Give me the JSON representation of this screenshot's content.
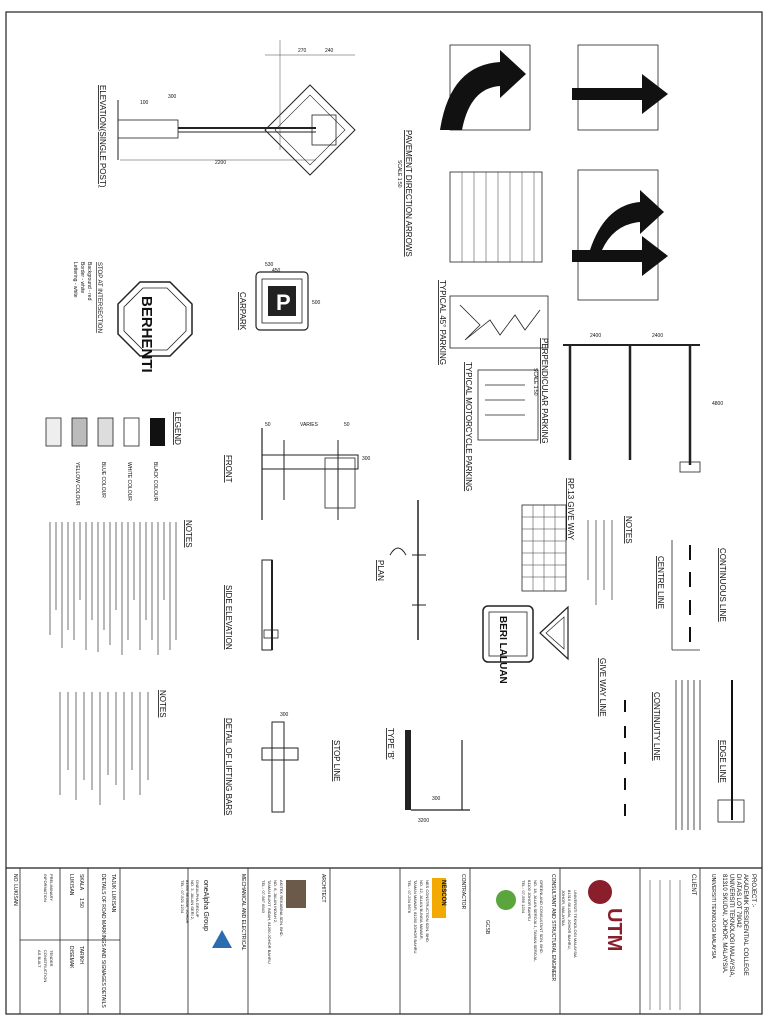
{
  "sheet": {
    "left_details": {
      "elevation_title": "ELEVATION(SINGLE POST)",
      "dim_2200": "2200",
      "dim_100": "100",
      "dim_300": "300",
      "dim_270": "270",
      "dim_240": "240",
      "carpark_title": "CARPARK",
      "carpark_letter": "P",
      "carpark_dims": [
        "530",
        "450",
        "500"
      ],
      "stop_title": "STOP AT INTERSECTION",
      "stop_word": "BERHENTI",
      "stop_colours": [
        "Background - red",
        "Border - white",
        "Lettering - white"
      ],
      "legend_title": "LEGEND",
      "legend_items": [
        "BLACK COLOUR",
        "WHITE COLOUR",
        "BLUE COLOUR",
        "YELLOW COLOUR"
      ],
      "notes_title": "NOTES",
      "front_title": "FRONT",
      "front_dims": [
        "50",
        "VARIES",
        "50",
        "300"
      ],
      "plan_title": "PLAN",
      "side_title": "SIDE ELEVATION",
      "lifting_title": "DETAIL OF LIFTING BARS",
      "lifting_dim": "300",
      "notes2_title": "NOTES",
      "stopline_title": "STOP LINE",
      "type_title": "TYPE 'B'",
      "stopline_dims": [
        "3200",
        "300"
      ]
    },
    "right_details": {
      "pavement_title": "PAVEMENT DIRECTION ARROWS",
      "pavement_scale": "SCALE 1:50",
      "parking45_title": "TYPICAL 45° PARKING",
      "motorcycle_title": "TYPICAL MOTORCYCLE PARKING",
      "perp_title": "PERPENDICULAR PARKING",
      "perp_scale": "SCALE 1:50",
      "perp_dims": [
        "2400",
        "2400",
        "4800"
      ],
      "giveway_sign_title": "RP.13 GIVE WAY",
      "giveway_sign_word": "BERI LALUAN",
      "notes_title": "NOTES",
      "continuous_title": "CONTINUOUS LINE",
      "centre_title": "CENTRE LINE",
      "continuity_title": "CONTINUITY LINE",
      "giveway_line_title": "GIVE WAY LINE",
      "edge_title": "EDGE LINE"
    },
    "title_block": {
      "project_label": "PROJECT :-",
      "project_lines": [
        "AKADEMIK RESIDENTIAL COLLEGE",
        "DI ATAS LOT 79042",
        "UNIVERSITI TEKNOLOGI MALAYSIA,",
        "81310 SKUDAI, JOHOR, MALAYSIA."
      ],
      "client_label": "CLIENT",
      "client_lines": [
        "UNIVERSITI TEKNOLOGI MALAYSIA"
      ],
      "utm_logo": "UTM",
      "utm_address": [
        "UNIVERSITI TEKNOLOGI MALAYSIA",
        "81310 SKUDAI, JOHOR BAHRU,",
        "JOHOR, MALAYSIA"
      ],
      "consultant_label": "CONSULTANT AND STRUCTURAL ENGINEER",
      "gcsb_logo": "GCSB",
      "gcsb_lines": [
        "GREENLAND CONSULTANT SDN. BHD.",
        "NO. 18, JALAN SEROJA 1, TAMAN SEROJA,",
        "81100 JOHOR BAHRU",
        "TEL : 07-555 1234"
      ],
      "contractor_label": "CONTRACTOR",
      "nesson_logo": "NESCON",
      "nesson_lines": [
        "NES CONSTRUCTION SDN. BHD.",
        "NO. 12, JALAN BUNGA MAWAR,",
        "TAMAN MAWAR, 81200 JOHOR BAHRU",
        "TEL : 07-234 5678"
      ],
      "architect_label": "ARCHITECT",
      "akitek_lines": [
        "AKITEK REKABINA SDN. BHD.",
        "NO. 8, JALAN INDAH 2,",
        "TAMAN BUKIT INDAH, 81200 JOHOR BAHRU",
        "TEL : 07-987 6543"
      ],
      "mech_label": "MECHANICAL AND ELECTRICAL",
      "onealpha_logo": "oneAlpha Group",
      "onealpha_lines": [
        "ONEALPHA GROUP",
        "NO. 3, JALAN SERI 2,",
        "81300 SKUDAI, JOHOR",
        "TEL : 07-521 1234"
      ],
      "drawing_title_label": "TAJUK LUKISAN",
      "drawing_title": "DETAILS OF ROAD MARKINGS AND SIGNAGES DETAILS",
      "scale_label": "SKALA",
      "scale_value": "1:50",
      "date_label": "TARIKH",
      "drawn_label": "LUKISAN",
      "checked_label": "DISEMAK",
      "no_label": "NO. LUKISAN",
      "status_items": [
        "PRELIMINARY",
        "INFORMATION",
        "TENDER",
        "CONSTRUCTION",
        "AS BUILT"
      ]
    }
  }
}
